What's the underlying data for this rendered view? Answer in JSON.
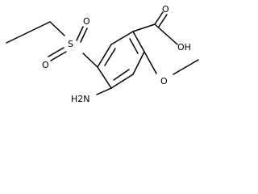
{
  "diagram": {
    "type": "chemical-structure",
    "labels": {
      "sulfur": "S",
      "oxygen_sulfonyl_top": "O",
      "oxygen_sulfonyl_bottom": "O",
      "carbonyl_oxygen": "O",
      "hydroxyl": "OH",
      "amine": "H2N",
      "methoxy_oxygen": "O"
    }
  }
}
